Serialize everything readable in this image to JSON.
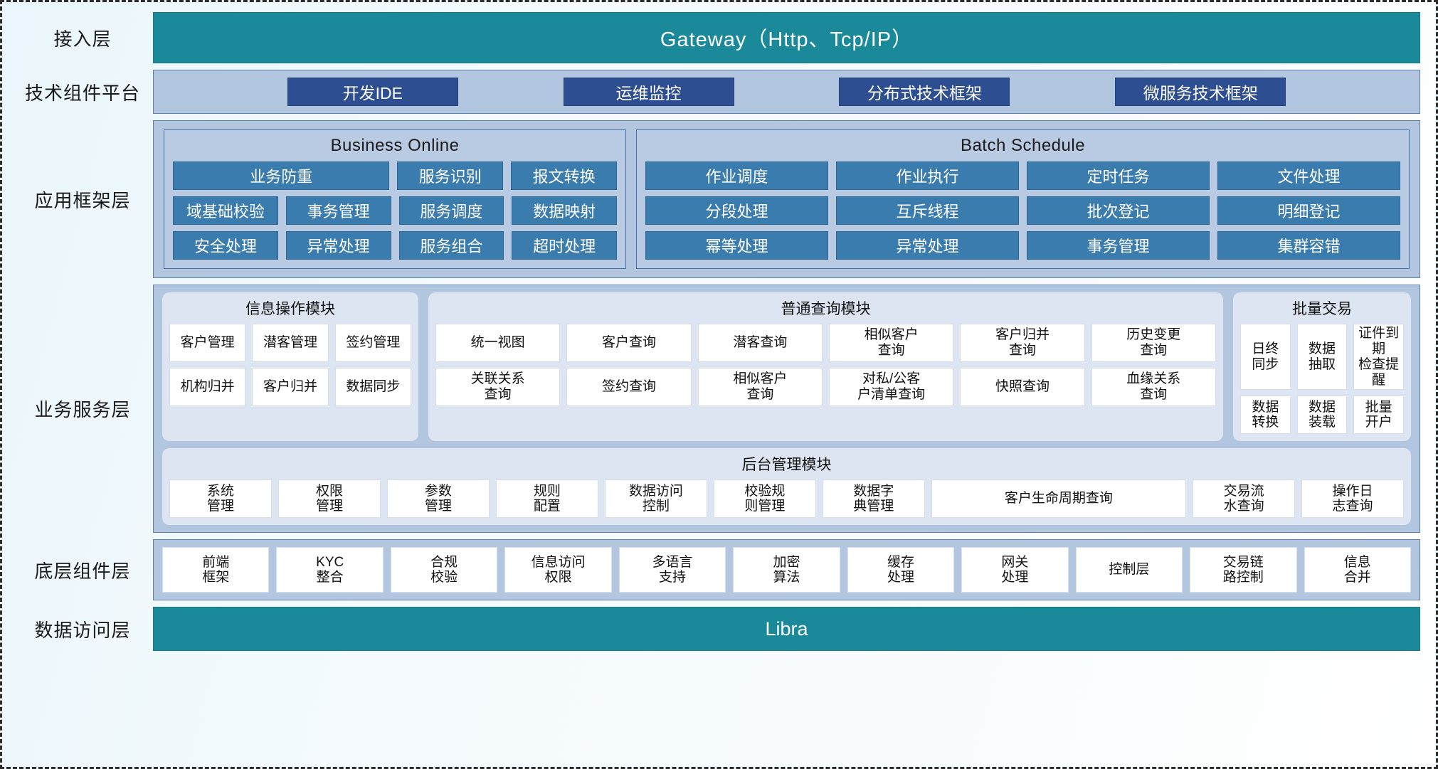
{
  "layers": {
    "access": {
      "label": "接入层",
      "bar": "Gateway（Http、Tcp/IP）"
    },
    "tech": {
      "label": "技术组件平台"
    },
    "appframe": {
      "label": "应用框架层"
    },
    "bizservice": {
      "label": "业务服务层"
    },
    "basecomp": {
      "label": "底层组件层"
    },
    "dataaccess": {
      "label": "数据访问层",
      "bar": "Libra"
    }
  },
  "tech_platform": {
    "items": [
      "开发IDE",
      "运维监控",
      "分布式技术框架",
      "微服务技术框架"
    ]
  },
  "app_framework": {
    "business_online": {
      "title": "Business Online",
      "rows": [
        [
          {
            "text": "业务防重",
            "span": 2
          },
          {
            "text": "服务识别",
            "span": 1
          },
          {
            "text": "报文转换",
            "span": 1
          }
        ],
        [
          {
            "text": "域基础校验",
            "span": 1
          },
          {
            "text": "事务管理",
            "span": 1
          },
          {
            "text": "服务调度",
            "span": 1
          },
          {
            "text": "数据映射",
            "span": 1
          }
        ],
        [
          {
            "text": "安全处理",
            "span": 1
          },
          {
            "text": "异常处理",
            "span": 1
          },
          {
            "text": "服务组合",
            "span": 1
          },
          {
            "text": "超时处理",
            "span": 1
          }
        ]
      ]
    },
    "batch_schedule": {
      "title": "Batch Schedule",
      "rows": [
        [
          {
            "text": "作业调度",
            "span": 1
          },
          {
            "text": "作业执行",
            "span": 1
          },
          {
            "text": "定时任务",
            "span": 1
          },
          {
            "text": "文件处理",
            "span": 1
          }
        ],
        [
          {
            "text": "分段处理",
            "span": 1
          },
          {
            "text": "互斥线程",
            "span": 1
          },
          {
            "text": "批次登记",
            "span": 1
          },
          {
            "text": "明细登记",
            "span": 1
          }
        ],
        [
          {
            "text": "幂等处理",
            "span": 1
          },
          {
            "text": "异常处理",
            "span": 1
          },
          {
            "text": "事务管理",
            "span": 1
          },
          {
            "text": "集群容错",
            "span": 1
          }
        ]
      ]
    }
  },
  "business_service": {
    "modules_top": [
      {
        "key": "info_op",
        "title": "信息操作模块",
        "rows": [
          [
            "客户管理",
            "潜客管理",
            "签约管理"
          ],
          [
            "机构归并",
            "客户归并",
            "数据同步"
          ]
        ]
      },
      {
        "key": "common_query",
        "title": "普通查询模块",
        "rows": [
          [
            "统一视图",
            "客户查询",
            "潜客查询",
            "相似客户\n查询",
            "客户归并\n查询",
            "历史变更\n查询"
          ],
          [
            "关联关系\n查询",
            "签约查询",
            "相似客户\n查询",
            "对私/公客\n户清单查询",
            "快照查询",
            "血缘关系\n查询"
          ]
        ]
      },
      {
        "key": "batch_trade",
        "title": "批量交易",
        "rows": [
          [
            "日终\n同步",
            "数据\n抽取",
            "证件到期\n检查提醒"
          ],
          [
            "数据\n转换",
            "数据\n装载",
            "批量\n开户"
          ]
        ]
      }
    ],
    "module_admin": {
      "key": "backoffice",
      "title": "后台管理模块",
      "cells": [
        {
          "text": "系统\n管理",
          "wide": false
        },
        {
          "text": "权限\n管理",
          "wide": false
        },
        {
          "text": "参数\n管理",
          "wide": false
        },
        {
          "text": "规则\n配置",
          "wide": false
        },
        {
          "text": "数据访问\n控制",
          "wide": false
        },
        {
          "text": "校验规\n则管理",
          "wide": false
        },
        {
          "text": "数据字\n典管理",
          "wide": false
        },
        {
          "text": "客户生命周期查询",
          "wide": true
        },
        {
          "text": "交易流\n水查询",
          "wide": false
        },
        {
          "text": "操作日\n志查询",
          "wide": false
        }
      ]
    }
  },
  "base_components": {
    "items": [
      "前端\n框架",
      "KYC\n整合",
      "合规\n校验",
      "信息访问\n权限",
      "多语言\n支持",
      "加密\n算法",
      "缓存\n处理",
      "网关\n处理",
      "控制层",
      "交易链\n路控制",
      "信息\n合并"
    ]
  },
  "colors": {
    "teal_bar": "#1a8a9b",
    "panel_blue": "#b3c6e0",
    "tech_btn": "#2e4e92",
    "fw_cell": "#3b7cae",
    "module_bg": "#dde5f2",
    "cell_white": "#ffffff"
  }
}
